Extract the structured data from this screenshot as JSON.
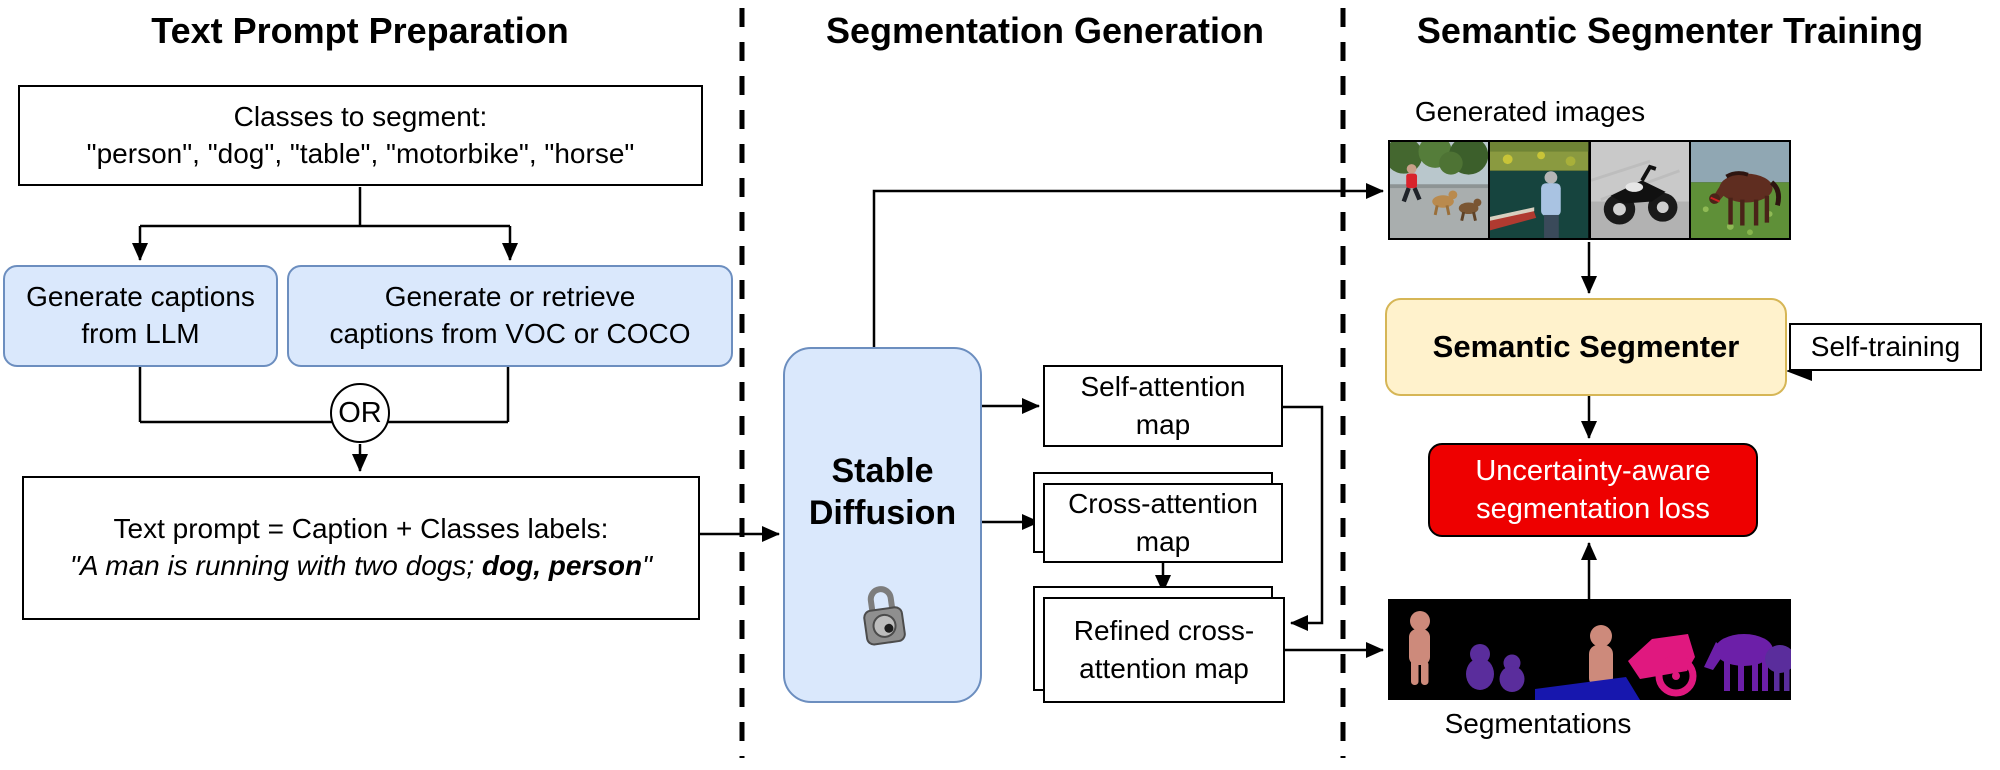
{
  "sections": [
    {
      "title": "Text Prompt Preparation"
    },
    {
      "title": "Segmentation Generation"
    },
    {
      "title": "Semantic Segmenter Training"
    }
  ],
  "text_prompt_preparation": {
    "classes_box": {
      "line1": "Classes to segment:",
      "line2": "\"person\", \"dog\", \"table\", \"motorbike\", \"horse\""
    },
    "llm_box": {
      "line1": "Generate captions",
      "line2": "from LLM"
    },
    "voc_box": {
      "line1": "Generate or retrieve",
      "line2": "captions from VOC or COCO"
    },
    "or_label": "OR",
    "prompt_box": {
      "line1": "Text prompt = Caption + Classes labels:",
      "line2_italic": "\"A man is running with two dogs; ",
      "line2_bold": "dog, person",
      "line2_close": "\""
    }
  },
  "segmentation_generation": {
    "stable_diffusion": {
      "line1": "Stable",
      "line2": "Diffusion",
      "icon": "lock-icon"
    },
    "self_attention": {
      "line1": "Self-attention",
      "line2": "map"
    },
    "cross_attention": {
      "line1": "Cross-attention",
      "line2": "map"
    },
    "refined_cross_attention": {
      "line1": "Refined cross-",
      "line2": "attention map"
    }
  },
  "segmenter_training": {
    "generated_images_label": "Generated images",
    "generated_images": [
      "runner-with-dogs",
      "man-by-lake",
      "motorbike",
      "horse"
    ],
    "segmenter_box_label": "Semantic Segmenter",
    "self_training_label": "Self-training",
    "loss_box": {
      "line1": "Uncertainty-aware",
      "line2": "segmentation loss"
    },
    "segmentations_label": "Segmentations"
  },
  "colors": {
    "box_blue_fill": "#DAE8FC",
    "box_blue_stroke": "#6C8EBF",
    "box_yellow_fill": "#FFF2CC",
    "box_yellow_stroke": "#D6B656",
    "loss_red_fill": "#EE0000",
    "loss_text": "#FFFFFF",
    "seg_person": "#CD8A7B",
    "seg_dog": "#5A2D9C",
    "seg_table": "#1717AE",
    "seg_motorbike": "#E0187F",
    "seg_horse": "#6C1FA8",
    "seg_background": "#000000"
  }
}
